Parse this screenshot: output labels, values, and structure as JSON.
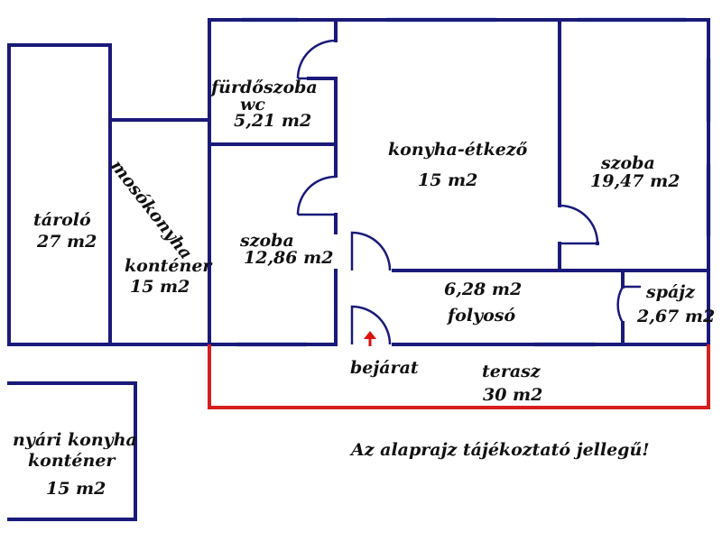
{
  "rooms": {
    "bathroom": {
      "name": "fürdőszoba",
      "sub": "wc",
      "area": "5,21 m2"
    },
    "kitchen": {
      "name": "konyha-étkező",
      "area": "15 m2"
    },
    "room_right": {
      "name": "szoba",
      "area": "19,47 m2"
    },
    "room_middle": {
      "name": "szoba",
      "area": "12,86 m2"
    },
    "storage": {
      "name": "tároló",
      "area": "27 m2"
    },
    "laundry": {
      "name": "mosókonyha",
      "sub": "konténer",
      "area": "15 m2"
    },
    "hallway": {
      "name": "folyosó",
      "area": "6,28 m2"
    },
    "pantry": {
      "name": "spájz",
      "area": "2,67 m2"
    },
    "terrace": {
      "name": "terasz",
      "area": "30 m2"
    },
    "summer_kitchen": {
      "name": "nyári konyha",
      "sub": "konténer",
      "area": "15 m2"
    }
  },
  "entrance": {
    "label": "bejárat",
    "arrow_color": "#e01010"
  },
  "disclaimer": "Az alaprajz tájékoztató jellegű!",
  "colors": {
    "wall": "#1a1a7a",
    "terrace": "#d61f1f",
    "window": "#aac4e6"
  }
}
